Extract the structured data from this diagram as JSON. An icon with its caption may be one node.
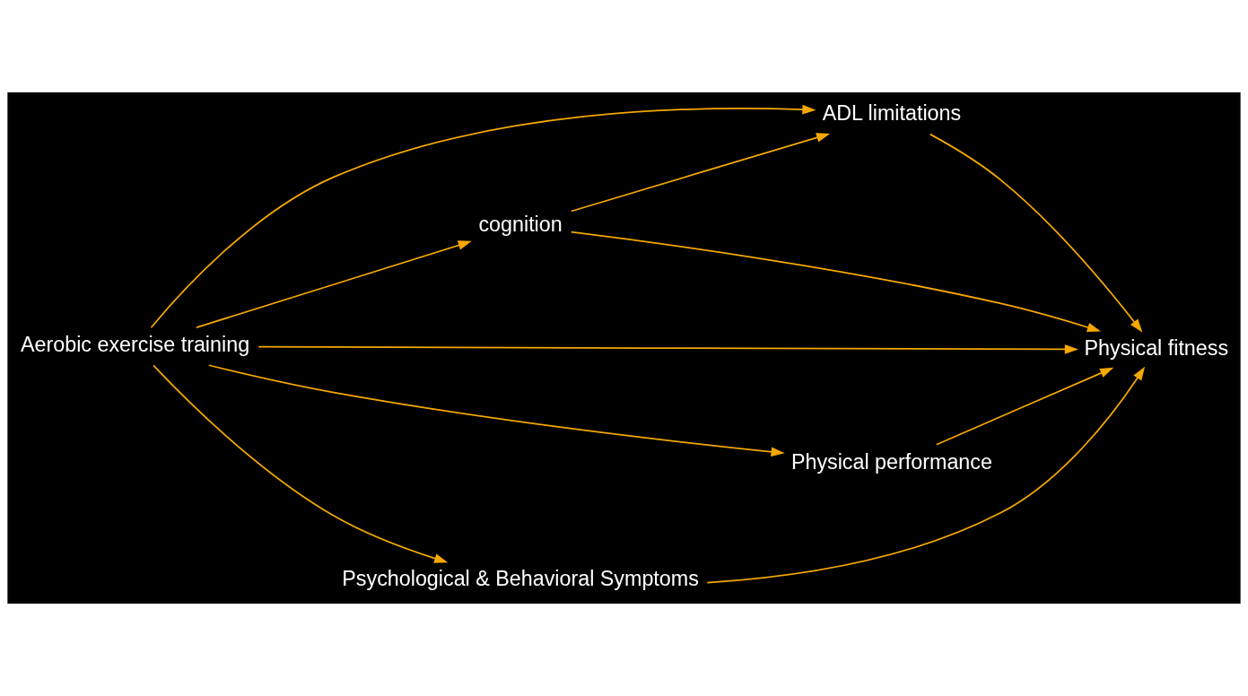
{
  "diagram": {
    "nodes": [
      {
        "text": [
          "Aerobic exercise training"
        ]
      },
      {
        "text": [
          "cognition"
        ]
      },
      {
        "text": [
          "ADL limitations"
        ]
      },
      {
        "text": [
          "Physical fitness"
        ]
      },
      {
        "text": [
          "Physical performance"
        ]
      },
      {
        "text": [
          "Psychological & Behavioral Symptoms"
        ]
      }
    ],
    "edges": [
      {
        "from": 0,
        "to": 1,
        "arrow": "to"
      },
      {
        "from": 0,
        "to": 2,
        "arrow": "to"
      },
      {
        "from": 1,
        "to": 2,
        "arrow": "to"
      },
      {
        "from": 1,
        "to": 3,
        "arrow": "to"
      },
      {
        "from": 2,
        "to": 3,
        "arrow": "to"
      },
      {
        "from": 0,
        "to": 3,
        "arrow": "to"
      },
      {
        "from": 5,
        "to": 3,
        "arrow": "to"
      },
      {
        "from": 4,
        "to": 3,
        "arrow": "to"
      },
      {
        "from": 0,
        "to": 4,
        "arrow": "to"
      },
      {
        "from": 0,
        "to": 5,
        "arrow": "to"
      }
    ]
  }
}
